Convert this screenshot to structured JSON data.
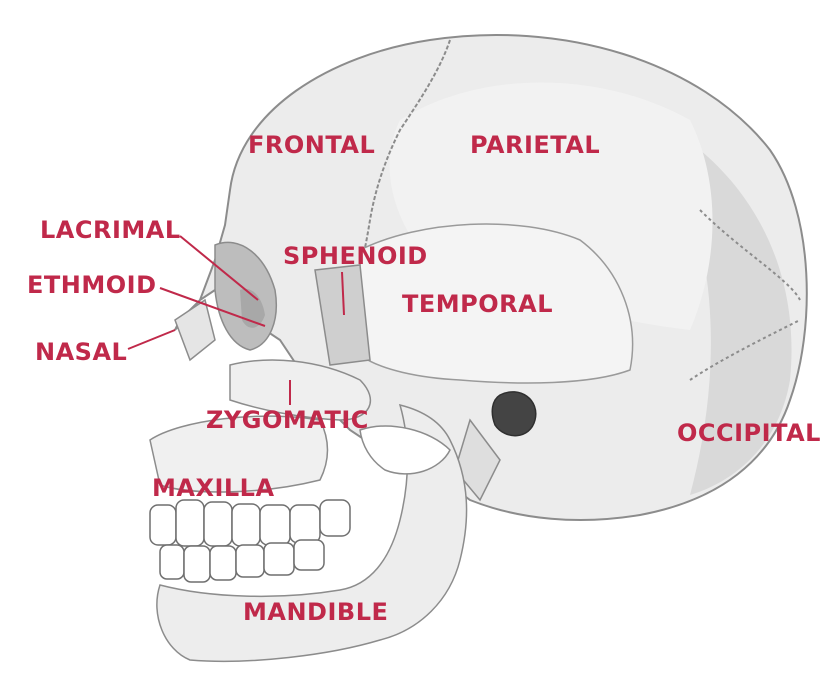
{
  "colors": {
    "label": "#c0294a",
    "bone_light": "#ececec",
    "bone_mid": "#d9d9d9",
    "bone_shadow": "#b9b9b9",
    "outline": "#8c8c8c"
  },
  "labels": {
    "frontal": "FRONTAL",
    "parietal": "PARIETAL",
    "lacrimal": "LACRIMAL",
    "sphenoid": "SPHENOID",
    "ethmoid": "ETHMOID",
    "temporal": "TEMPORAL",
    "nasal": "NASAL",
    "zygomatic": "ZYGOMATIC",
    "occipital": "OCCIPITAL",
    "maxilla": "MAXILLA",
    "mandible": "MANDIBLE"
  }
}
